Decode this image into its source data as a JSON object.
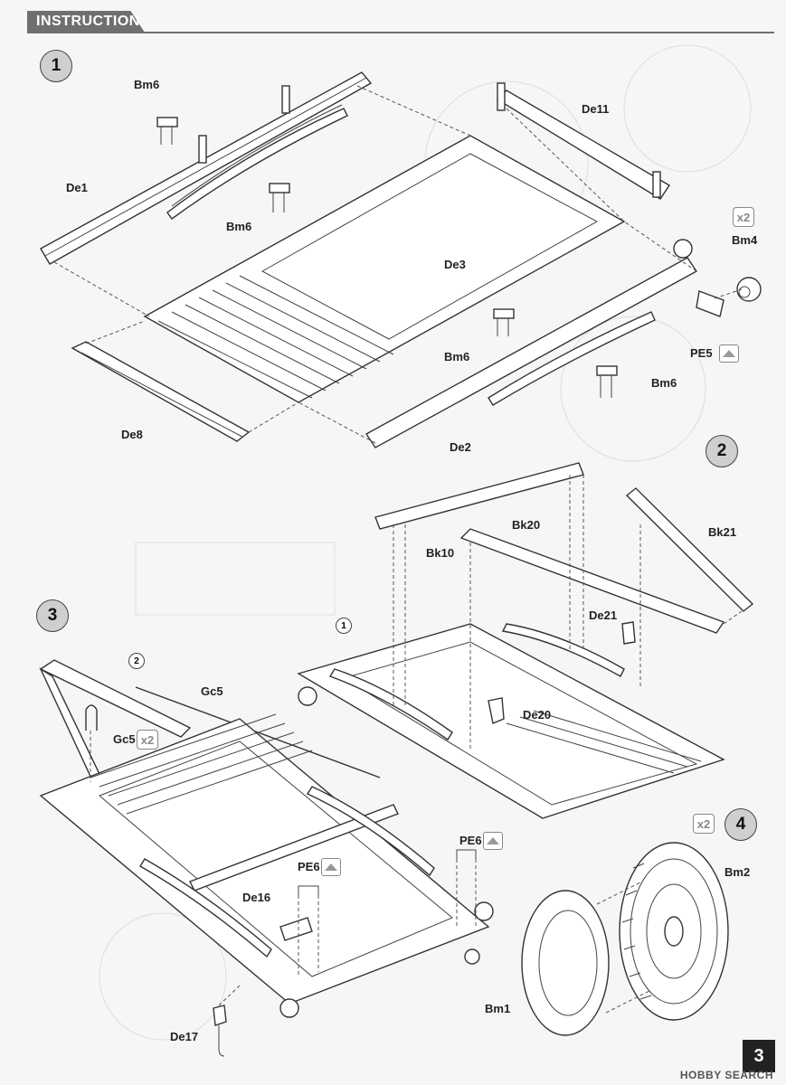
{
  "header": {
    "title": "INSTRUCTION"
  },
  "steps": [
    {
      "number": "1"
    },
    {
      "number": "2"
    },
    {
      "number": "3"
    },
    {
      "number": "4"
    }
  ],
  "step1": {
    "parts": {
      "bm6_a": "Bm6",
      "de11": "De11",
      "de1": "De1",
      "bm6_b": "Bm6",
      "x2_bm4": "x2",
      "bm4": "Bm4",
      "de3": "De3",
      "bm6_c": "Bm6",
      "pe5": "PE5",
      "bm6_d": "Bm6",
      "de8": "De8",
      "de2": "De2"
    }
  },
  "step2": {
    "parts": {
      "bk20": "Bk20",
      "bk21": "Bk21",
      "bk10": "Bk10",
      "de21": "De21",
      "de20": "De20",
      "ref1": "1"
    }
  },
  "step3": {
    "parts": {
      "ref2": "2",
      "gc5": "Gc5",
      "gc5_x": "Gc5",
      "x2_gc5": "x2",
      "pe6_a": "PE6",
      "pe6_b": "PE6",
      "de16": "De16",
      "de17": "De17"
    }
  },
  "step4": {
    "parts": {
      "x2_wheel": "x2",
      "bm2": "Bm2",
      "bm1": "Bm1"
    }
  },
  "footer": {
    "page_number": "3",
    "watermark": "HOBBY SEARCH"
  }
}
